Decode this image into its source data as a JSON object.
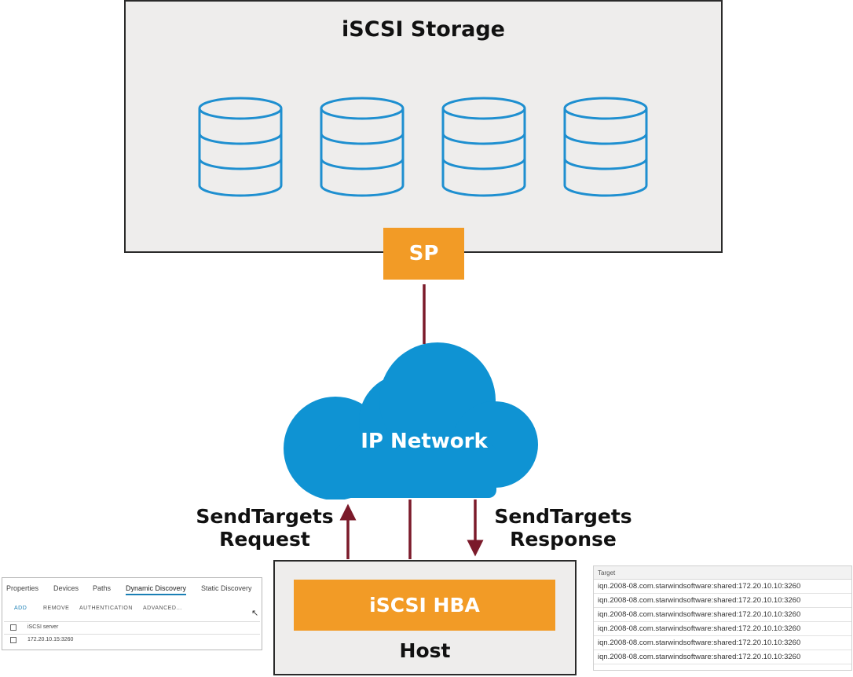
{
  "storage": {
    "title": "iSCSI Storage"
  },
  "sp": {
    "label": "SP"
  },
  "network": {
    "label": "IP Network"
  },
  "arrows": {
    "request_label_line1": "SendTargets",
    "request_label_line2": "Request",
    "response_label_line1": "SendTargets",
    "response_label_line2": "Response"
  },
  "host": {
    "hba_label": "iSCSI HBA",
    "label": "Host"
  },
  "left_panel": {
    "tabs": [
      "Properties",
      "Devices",
      "Paths",
      "Dynamic Discovery",
      "Static Discovery"
    ],
    "active_tab": "Dynamic Discovery",
    "toolbar": [
      "ADD",
      "REMOVE",
      "AUTHENTICATION",
      "ADVANCED..."
    ],
    "table_header": "iSCSI server",
    "rows": [
      "172.20.10.15:3260"
    ]
  },
  "right_panel": {
    "header": "Target",
    "rows": [
      "iqn.2008-08.com.starwindsoftware:shared:172.20.10.10:3260",
      "iqn.2008-08.com.starwindsoftware:shared:172.20.10.10:3260",
      "iqn.2008-08.com.starwindsoftware:shared:172.20.10.10:3260",
      "iqn.2008-08.com.starwindsoftware:shared:172.20.10.10:3260",
      "iqn.2008-08.com.starwindsoftware:shared:172.20.10.10:3260",
      "iqn.2008-08.com.starwindsoftware:shared:172.20.10.10:3260"
    ]
  },
  "colors": {
    "disk_stroke": "#1e8fd0",
    "sp_fill": "#f29b26",
    "cloud_fill": "#0f93d3",
    "arrow": "#7b1a2a",
    "box_fill": "#eeedec"
  },
  "icons": {
    "disk": "database-cylinder-icon",
    "cloud": "cloud-icon",
    "cursor": "mouse-pointer-icon"
  }
}
